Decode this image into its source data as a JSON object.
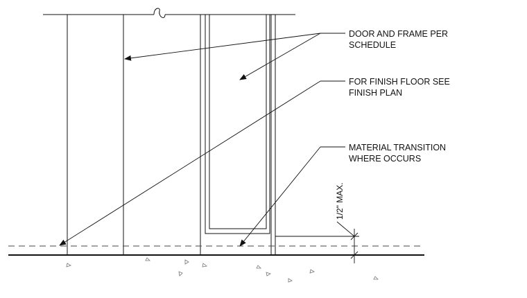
{
  "notes": {
    "door_frame": [
      "DOOR AND FRAME PER",
      "SCHEDULE"
    ],
    "finish_floor": [
      "FOR FINISH FLOOR SEE",
      "FINISH PLAN"
    ],
    "material_transition": [
      "MATERIAL TRANSITION",
      "WHERE OCCURS"
    ]
  },
  "dimension": {
    "label": "1/2\" MAX."
  },
  "colors": {
    "line": "#111111",
    "hidden_line": "#444444"
  }
}
